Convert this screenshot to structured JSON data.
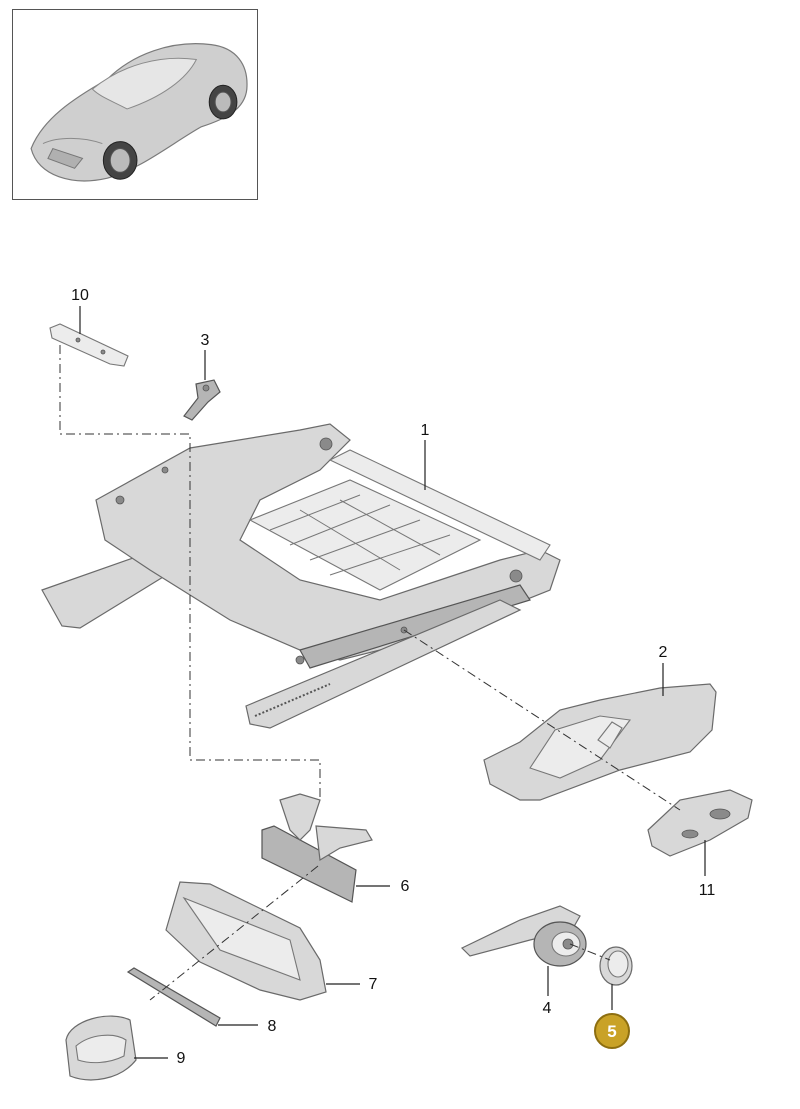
{
  "callouts": [
    {
      "id": "1",
      "label": "1"
    },
    {
      "id": "2",
      "label": "2"
    },
    {
      "id": "3",
      "label": "3"
    },
    {
      "id": "4",
      "label": "4"
    },
    {
      "id": "5",
      "label": "5"
    },
    {
      "id": "6",
      "label": "6"
    },
    {
      "id": "7",
      "label": "7"
    },
    {
      "id": "8",
      "label": "8"
    },
    {
      "id": "9",
      "label": "9"
    },
    {
      "id": "10",
      "label": "10"
    },
    {
      "id": "11",
      "label": "11"
    }
  ],
  "highlighted_callout": "5",
  "colors": {
    "highlight_fill": "#c9a227",
    "highlight_text": "#ffffff",
    "part_fill": "#d8d8d8",
    "line": "#222222"
  }
}
